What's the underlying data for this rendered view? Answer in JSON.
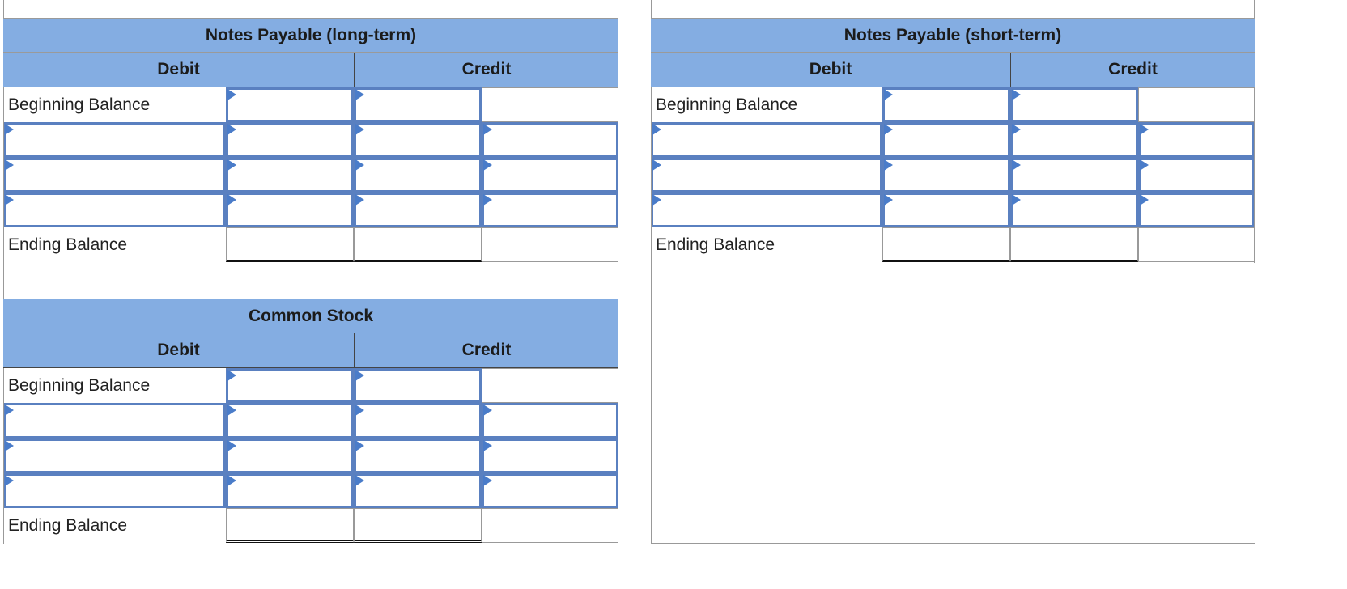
{
  "accounts": [
    {
      "title": "Notes Payable (long-term)",
      "debit_label": "Debit",
      "credit_label": "Credit",
      "beginning_label": "Beginning Balance",
      "ending_label": "Ending Balance",
      "entries": [
        "",
        "",
        ""
      ]
    },
    {
      "title": "Notes Payable (short-term)",
      "debit_label": "Debit",
      "credit_label": "Credit",
      "beginning_label": "Beginning Balance",
      "ending_label": "Ending Balance",
      "entries": [
        "",
        "",
        ""
      ]
    },
    {
      "title": "Common Stock",
      "debit_label": "Debit",
      "credit_label": "Credit",
      "beginning_label": "Beginning Balance",
      "ending_label": "Ending Balance",
      "entries": [
        "",
        "",
        ""
      ]
    }
  ],
  "colors": {
    "header": "#84ade2",
    "input_border": "#5a80c0",
    "marker": "#4a7cc9"
  }
}
